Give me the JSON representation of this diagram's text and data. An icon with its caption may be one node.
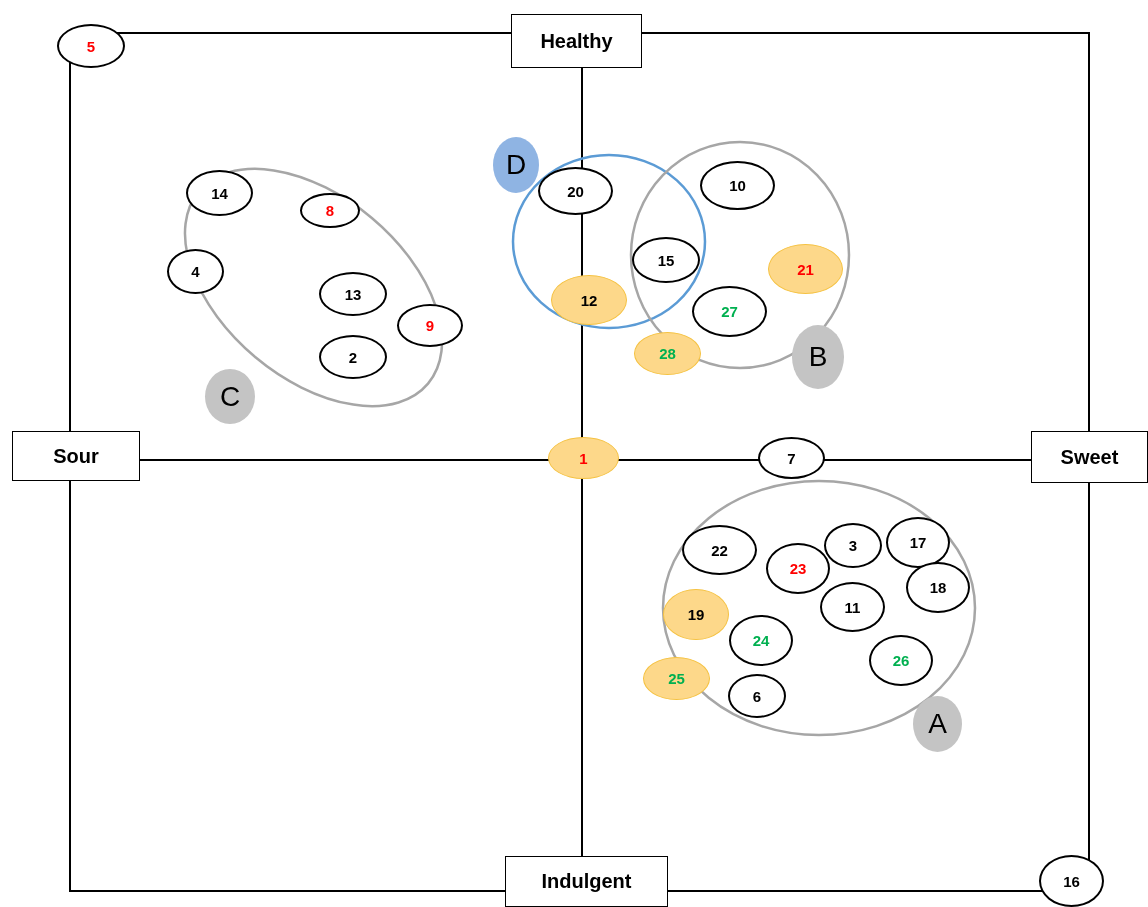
{
  "diagram": {
    "nodes": [
      {
        "text": [
          "Healthy"
        ]
      },
      {
        "text": [
          "5"
        ]
      },
      {
        "text": [
          "D"
        ]
      },
      {
        "text": [],
        "shape": "circle"
      },
      {
        "text": [],
        "shape": "circle"
      },
      {
        "text": [],
        "shape": "ellipse"
      },
      {
        "text": [
          "14"
        ],
        "in": 5
      },
      {
        "text": [
          "8"
        ],
        "in": 5
      },
      {
        "text": [
          "4"
        ],
        "in": 5
      },
      {
        "text": [
          "13"
        ],
        "in": 5
      },
      {
        "text": [
          "9"
        ],
        "in": 5
      },
      {
        "text": [
          "2"
        ],
        "in": 5
      },
      {
        "text": [
          "C"
        ]
      },
      {
        "text": [
          "20"
        ],
        "in": 3
      },
      {
        "text": [
          "10"
        ],
        "in": 4
      },
      {
        "text": [
          "15"
        ]
      },
      {
        "text": [
          "21"
        ],
        "in": 4
      },
      {
        "text": [
          "12"
        ],
        "in": 3
      },
      {
        "text": [
          "27"
        ],
        "in": 4
      },
      {
        "text": [
          "28"
        ]
      },
      {
        "text": [
          "B"
        ]
      },
      {
        "text": [
          "Sour"
        ]
      },
      {
        "text": [
          "1"
        ]
      },
      {
        "text": [
          "7"
        ]
      },
      {
        "text": [
          "Sweet"
        ]
      },
      {
        "text": [],
        "shape": "circle"
      },
      {
        "text": [
          "22"
        ],
        "in": 25
      },
      {
        "text": [
          "3"
        ],
        "in": 25
      },
      {
        "text": [
          "17"
        ],
        "in": 25
      },
      {
        "text": [
          "23"
        ],
        "in": 25
      },
      {
        "text": [
          "18"
        ],
        "in": 25
      },
      {
        "text": [
          "19"
        ],
        "in": 25
      },
      {
        "text": [
          "11"
        ],
        "in": 25
      },
      {
        "text": [
          "24"
        ],
        "in": 25
      },
      {
        "text": [
          "26"
        ],
        "in": 25
      },
      {
        "text": [
          "25"
        ]
      },
      {
        "text": [
          "6"
        ],
        "in": 25
      },
      {
        "text": [
          "A"
        ]
      },
      {
        "text": [
          "Indulgent"
        ]
      },
      {
        "text": [
          "16"
        ]
      }
    ]
  }
}
